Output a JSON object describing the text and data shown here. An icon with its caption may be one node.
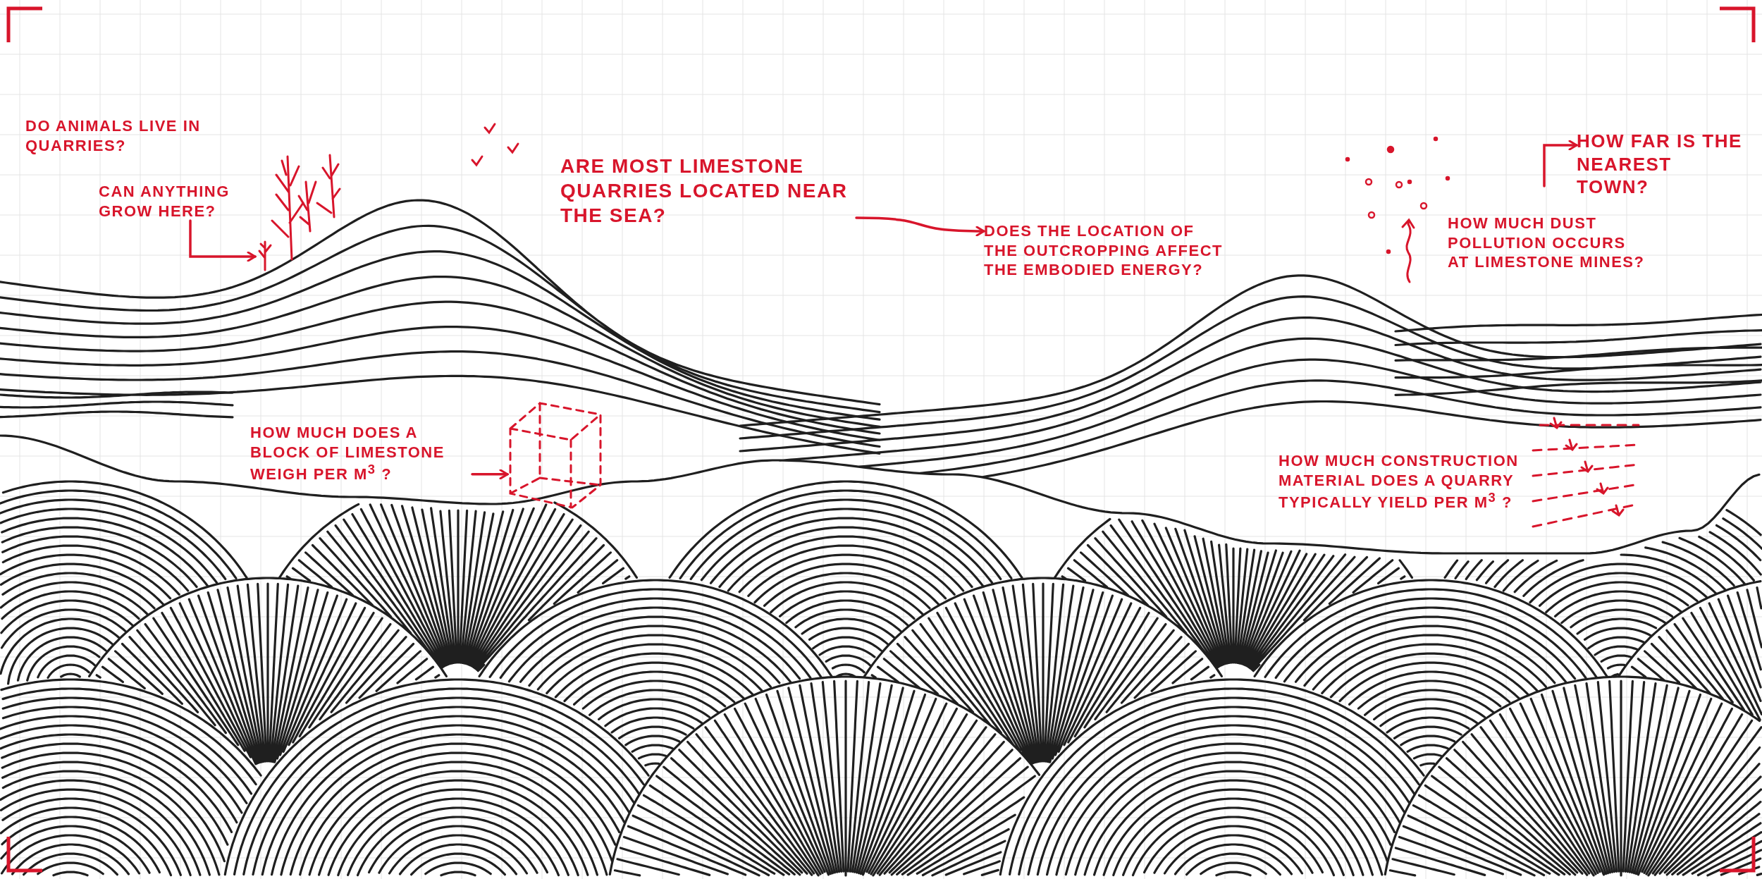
{
  "diagram": {
    "nodes": [
      {
        "text": [
          "DO ANIMALS LIVE IN QUARRIES?"
        ]
      },
      {
        "text": [
          "CAN ANYTHING GROW HERE?"
        ]
      },
      {
        "text": [],
        "shape": "picture"
      },
      {
        "text": [
          "ARE MOST LIMESTONE QUARRIES LOCATED NEAR THE SEA?"
        ]
      },
      {
        "text": [
          "DOES THE LOCATION OF THE OUTCROPPING AFFECT THE EMBODIED ENERGY?"
        ]
      },
      {
        "text": [
          "HOW FAR IS THE NEAREST TOWN?"
        ]
      },
      {
        "text": [
          "HOW MUCH DUST POLLUTION OCCURS AT LIMESTONE MINES?"
        ]
      },
      {
        "text": [
          "HOW MUCH DOES A BLOCK OF LIMESTONE WEIGH PER M$^{3}$ ?"
        ]
      },
      {
        "text": [],
        "shape": "picture"
      },
      {
        "text": [
          "HOW MUCH CONSTRUCTION MATERIAL DOES A QUARRY TYPICALLY YIELD PER M$^{3}$ ?"
        ]
      }
    ],
    "edges": [
      {
        "from": 1,
        "to": 2,
        "arrow": "to"
      },
      {
        "from": 3,
        "to": 4,
        "arrow": "to"
      },
      {
        "from": null,
        "to": 5,
        "arrow": "to"
      },
      {
        "from": 7,
        "to": 8,
        "arrow": "to"
      }
    ]
  }
}
